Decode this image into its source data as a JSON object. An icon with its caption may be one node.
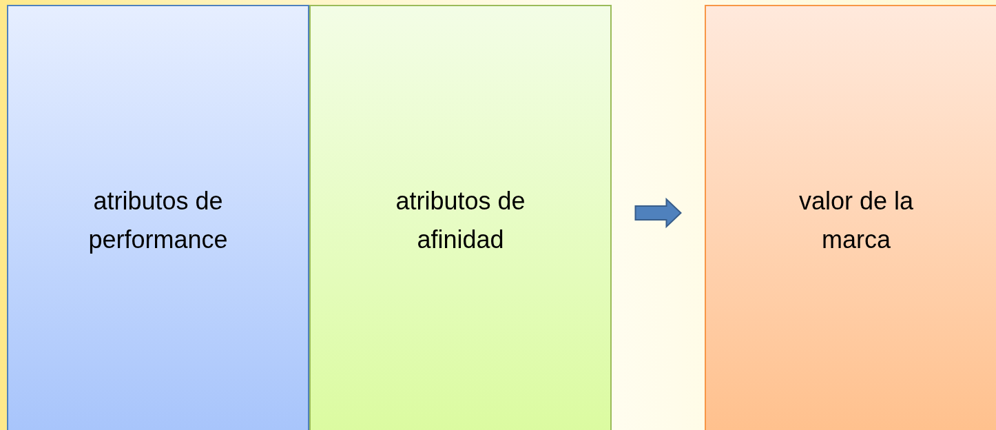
{
  "diagram": {
    "nodes": [
      {
        "text": [
          "atributos de performance"
        ]
      },
      {
        "text": [
          "atributos de afinidad"
        ]
      },
      {
        "text": [
          "valor de la marca"
        ]
      }
    ],
    "edges": [
      {
        "from": 1,
        "to": 2,
        "arrow": "to"
      }
    ]
  }
}
